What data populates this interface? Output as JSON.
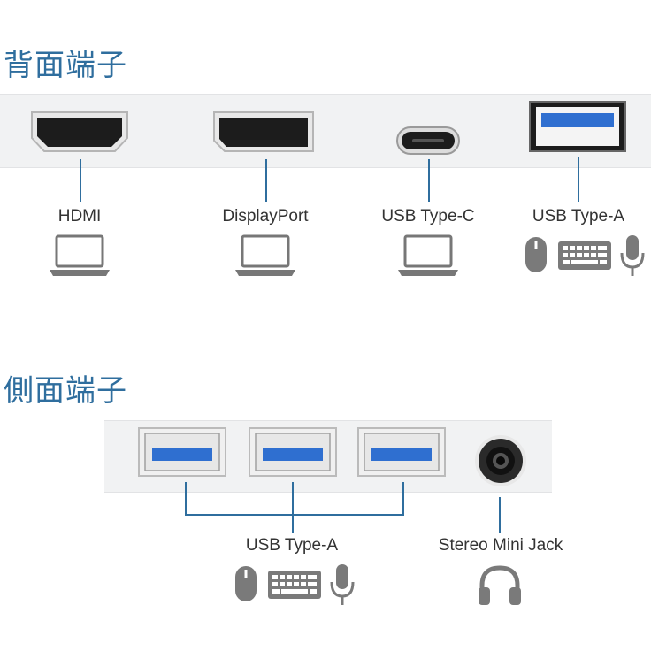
{
  "rear": {
    "title": "背面端子",
    "ports": [
      {
        "label": "HDMI",
        "device_icon": "laptop-icon"
      },
      {
        "label": "DisplayPort",
        "device_icon": "laptop-icon"
      },
      {
        "label": "USB Type-C",
        "device_icon": "laptop-icon"
      },
      {
        "label": "USB Type-A",
        "device_icons": [
          "mouse-icon",
          "keyboard-icon",
          "microphone-icon"
        ]
      }
    ]
  },
  "side": {
    "title": "側面端子",
    "ports": [
      {
        "label": "USB Type-A",
        "count": 3,
        "device_icons": [
          "mouse-icon",
          "keyboard-icon",
          "microphone-icon"
        ]
      },
      {
        "label": "Stereo Mini Jack",
        "device_icon": "headphones-icon"
      }
    ]
  },
  "colors": {
    "title": "#2f6e9e",
    "leader_line": "#2f6e9e",
    "usb_tongue": "#2f6fd0",
    "icon_gray": "#7a7a7a"
  }
}
